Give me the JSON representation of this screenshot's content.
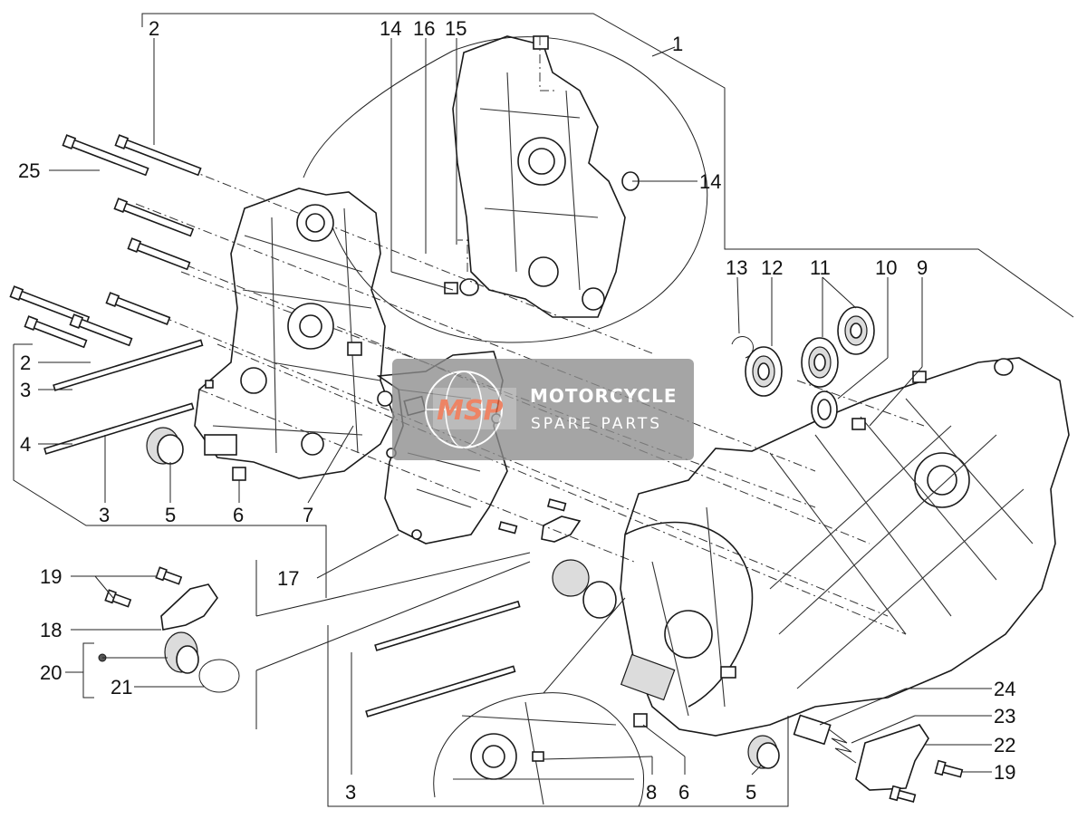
{
  "watermark": {
    "brand_line1": "MOTORCYCLE",
    "brand_line2": "SPARE PARTS",
    "logo_text": "MSP",
    "logo_color": "#e8623a",
    "panel_color": "#8c8c8c"
  },
  "callouts": [
    {
      "id": "c2a",
      "text": "2"
    },
    {
      "id": "c14a",
      "text": "14"
    },
    {
      "id": "c16",
      "text": "16"
    },
    {
      "id": "c15",
      "text": "15"
    },
    {
      "id": "c1",
      "text": "1"
    },
    {
      "id": "c25",
      "text": "25"
    },
    {
      "id": "c14b",
      "text": "14"
    },
    {
      "id": "c13",
      "text": "13"
    },
    {
      "id": "c12",
      "text": "12"
    },
    {
      "id": "c11",
      "text": "11"
    },
    {
      "id": "c10",
      "text": "10"
    },
    {
      "id": "c9",
      "text": "9"
    },
    {
      "id": "c2b",
      "text": "2"
    },
    {
      "id": "c3a",
      "text": "3"
    },
    {
      "id": "c4",
      "text": "4"
    },
    {
      "id": "c3b",
      "text": "3"
    },
    {
      "id": "c5a",
      "text": "5"
    },
    {
      "id": "c6a",
      "text": "6"
    },
    {
      "id": "c7",
      "text": "7"
    },
    {
      "id": "c17",
      "text": "17"
    },
    {
      "id": "c19a",
      "text": "19"
    },
    {
      "id": "c18",
      "text": "18"
    },
    {
      "id": "c20",
      "text": "20"
    },
    {
      "id": "c21",
      "text": "21"
    },
    {
      "id": "c24",
      "text": "24"
    },
    {
      "id": "c23",
      "text": "23"
    },
    {
      "id": "c22",
      "text": "22"
    },
    {
      "id": "c19b",
      "text": "19"
    },
    {
      "id": "c3c",
      "text": "3"
    },
    {
      "id": "c8",
      "text": "8"
    },
    {
      "id": "c6b",
      "text": "6"
    },
    {
      "id": "c5b",
      "text": "5"
    }
  ]
}
